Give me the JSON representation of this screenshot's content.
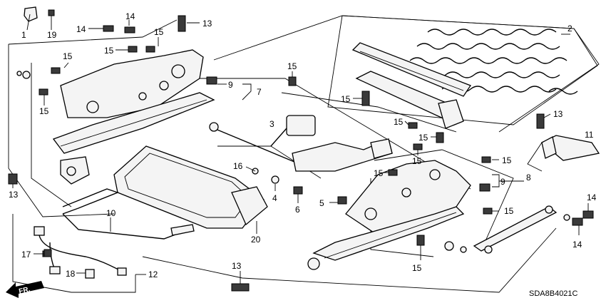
{
  "diagram_code": "SDA8B4021C",
  "direction_label": "FR.",
  "callouts": [
    {
      "id": "c1",
      "text": "1"
    },
    {
      "id": "c19",
      "text": "19"
    },
    {
      "id": "c14a",
      "text": "14"
    },
    {
      "id": "c14b",
      "text": "14"
    },
    {
      "id": "c13a",
      "text": "13"
    },
    {
      "id": "c15a",
      "text": "15"
    },
    {
      "id": "c15b",
      "text": "15"
    },
    {
      "id": "c15c",
      "text": "15"
    },
    {
      "id": "c15d",
      "text": "15"
    },
    {
      "id": "c9a",
      "text": "9"
    },
    {
      "id": "c7",
      "text": "7"
    },
    {
      "id": "c15e",
      "text": "15"
    },
    {
      "id": "c3",
      "text": "3"
    },
    {
      "id": "c15f",
      "text": "15"
    },
    {
      "id": "c15g",
      "text": "15"
    },
    {
      "id": "c15h",
      "text": "15"
    },
    {
      "id": "c15i",
      "text": "15"
    },
    {
      "id": "c2",
      "text": "2"
    },
    {
      "id": "c13b",
      "text": "13"
    },
    {
      "id": "c11",
      "text": "11"
    },
    {
      "id": "c15j",
      "text": "15"
    },
    {
      "id": "c9b",
      "text": "9"
    },
    {
      "id": "c8",
      "text": "8"
    },
    {
      "id": "c15k",
      "text": "15"
    },
    {
      "id": "c16",
      "text": "16"
    },
    {
      "id": "c4",
      "text": "4"
    },
    {
      "id": "c6",
      "text": "6"
    },
    {
      "id": "c5",
      "text": "5"
    },
    {
      "id": "c20",
      "text": "20"
    },
    {
      "id": "c13c",
      "text": "13"
    },
    {
      "id": "c10",
      "text": "10"
    },
    {
      "id": "c14c",
      "text": "14"
    },
    {
      "id": "c14d",
      "text": "14"
    },
    {
      "id": "c15l",
      "text": "15"
    },
    {
      "id": "c15m",
      "text": "15"
    },
    {
      "id": "c17",
      "text": "17"
    },
    {
      "id": "c18",
      "text": "18"
    },
    {
      "id": "c12",
      "text": "12"
    },
    {
      "id": "c13d",
      "text": "13"
    }
  ]
}
